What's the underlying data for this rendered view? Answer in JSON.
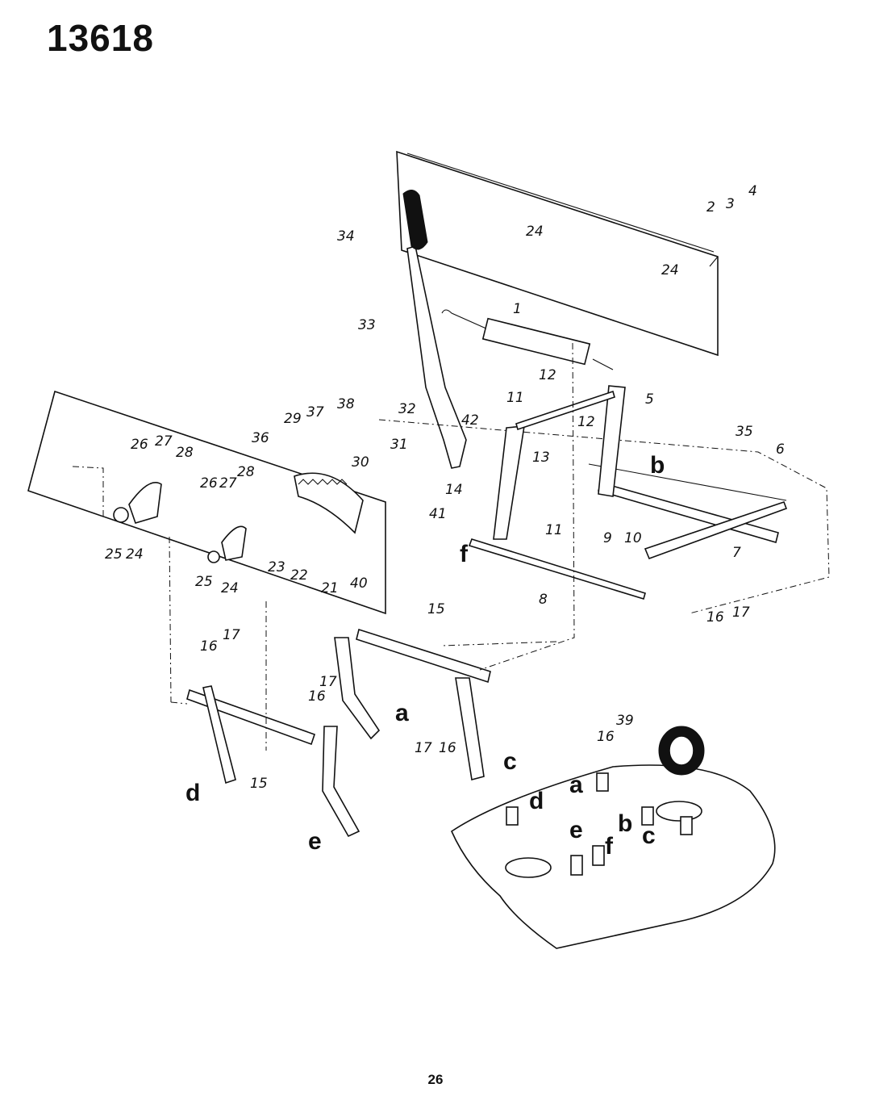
{
  "header": {
    "model_number": "13618"
  },
  "footer": {
    "page_number": "26"
  },
  "callouts": [
    {
      "id": "c-1",
      "text": "1"
    },
    {
      "id": "c-2",
      "text": "2"
    },
    {
      "id": "c-3",
      "text": "3"
    },
    {
      "id": "c-4",
      "text": "4"
    },
    {
      "id": "c-5",
      "text": "5"
    },
    {
      "id": "c-6",
      "text": "6"
    },
    {
      "id": "c-7",
      "text": "7"
    },
    {
      "id": "c-8",
      "text": "8"
    },
    {
      "id": "c-9",
      "text": "9"
    },
    {
      "id": "c-10",
      "text": "10"
    },
    {
      "id": "c-11a",
      "text": "11"
    },
    {
      "id": "c-11b",
      "text": "11"
    },
    {
      "id": "c-12a",
      "text": "12"
    },
    {
      "id": "c-12b",
      "text": "12"
    },
    {
      "id": "c-13",
      "text": "13"
    },
    {
      "id": "c-14",
      "text": "14"
    },
    {
      "id": "c-15a",
      "text": "15"
    },
    {
      "id": "c-15b",
      "text": "15"
    },
    {
      "id": "c-16a",
      "text": "16"
    },
    {
      "id": "c-16b",
      "text": "16"
    },
    {
      "id": "c-16c",
      "text": "16"
    },
    {
      "id": "c-16d",
      "text": "16"
    },
    {
      "id": "c-16e",
      "text": "16"
    },
    {
      "id": "c-17a",
      "text": "17"
    },
    {
      "id": "c-17b",
      "text": "17"
    },
    {
      "id": "c-17c",
      "text": "17"
    },
    {
      "id": "c-17d",
      "text": "17"
    },
    {
      "id": "c-21",
      "text": "21"
    },
    {
      "id": "c-22",
      "text": "22"
    },
    {
      "id": "c-23",
      "text": "23"
    },
    {
      "id": "c-24a",
      "text": "24"
    },
    {
      "id": "c-24b",
      "text": "24"
    },
    {
      "id": "c-24c",
      "text": "24"
    },
    {
      "id": "c-24d",
      "text": "24"
    },
    {
      "id": "c-25a",
      "text": "25"
    },
    {
      "id": "c-25b",
      "text": "25"
    },
    {
      "id": "c-26a",
      "text": "26"
    },
    {
      "id": "c-26b",
      "text": "26"
    },
    {
      "id": "c-27a",
      "text": "27"
    },
    {
      "id": "c-27b",
      "text": "27"
    },
    {
      "id": "c-28a",
      "text": "28"
    },
    {
      "id": "c-28b",
      "text": "28"
    },
    {
      "id": "c-29",
      "text": "29"
    },
    {
      "id": "c-30",
      "text": "30"
    },
    {
      "id": "c-31",
      "text": "31"
    },
    {
      "id": "c-32",
      "text": "32"
    },
    {
      "id": "c-33",
      "text": "33"
    },
    {
      "id": "c-34",
      "text": "34"
    },
    {
      "id": "c-35",
      "text": "35"
    },
    {
      "id": "c-36",
      "text": "36"
    },
    {
      "id": "c-37",
      "text": "37"
    },
    {
      "id": "c-38",
      "text": "38"
    },
    {
      "id": "c-39",
      "text": "39"
    },
    {
      "id": "c-40",
      "text": "40"
    },
    {
      "id": "c-41",
      "text": "41"
    },
    {
      "id": "c-42",
      "text": "42"
    }
  ],
  "connection_letters": [
    {
      "id": "l-a1",
      "text": "a"
    },
    {
      "id": "l-a2",
      "text": "a"
    },
    {
      "id": "l-b1",
      "text": "b"
    },
    {
      "id": "l-b2",
      "text": "b"
    },
    {
      "id": "l-c1",
      "text": "c"
    },
    {
      "id": "l-c2",
      "text": "c"
    },
    {
      "id": "l-d1",
      "text": "d"
    },
    {
      "id": "l-d2",
      "text": "d"
    },
    {
      "id": "l-e1",
      "text": "e"
    },
    {
      "id": "l-e2",
      "text": "e"
    },
    {
      "id": "l-f1",
      "text": "f"
    },
    {
      "id": "l-f2",
      "text": "f"
    }
  ]
}
